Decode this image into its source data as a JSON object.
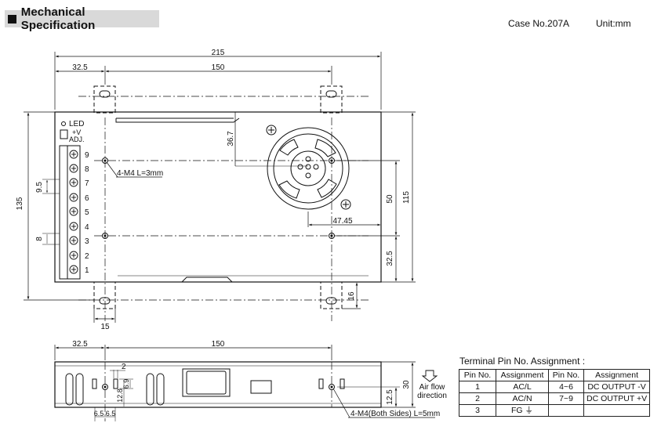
{
  "header": {
    "title": "Mechanical Specification"
  },
  "meta": {
    "case_no": "Case No.207A",
    "unit": "Unit:mm"
  },
  "top_view": {
    "dims": {
      "overall_width": "215",
      "left_offset": "32.5",
      "hole_span": "150",
      "fan_offset": "36.7",
      "height": "135",
      "inner_height": "115",
      "hole_vspan": "50",
      "bottom_offset": "32.5",
      "fan_h": "47.45",
      "foot_h": "16",
      "foot_w": "15",
      "pitch": "9.5",
      "pitch2": "8"
    },
    "led_label": "LED",
    "adj_label_1": "+V",
    "adj_label_2": "ADJ.",
    "mount_note": "4-M4 L=3mm",
    "terminals": [
      "9",
      "8",
      "7",
      "6",
      "5",
      "4",
      "3",
      "2",
      "1"
    ]
  },
  "side_view": {
    "dims": {
      "left_offset": "32.5",
      "hole_span": "150",
      "slot_w": "2",
      "slot_h1": "6.9",
      "slot_h2": "12.8",
      "bottom_1": "6.5",
      "bottom_2": "6.5",
      "height": "30",
      "hole_h": "12.5"
    },
    "side_note": "4-M4(Both Sides) L=5mm",
    "airflow_1": "Air flow",
    "airflow_2": "direction"
  },
  "pin_table": {
    "title": "Terminal Pin No. Assignment :",
    "headers": [
      "Pin No.",
      "Assignment",
      "Pin No.",
      "Assignment"
    ],
    "rows": [
      [
        "1",
        "AC/L",
        "4~6",
        "DC OUTPUT -V"
      ],
      [
        "2",
        "AC/N",
        "7~9",
        "DC OUTPUT +V"
      ],
      [
        "3",
        "FG ⏚",
        "",
        ""
      ]
    ]
  }
}
